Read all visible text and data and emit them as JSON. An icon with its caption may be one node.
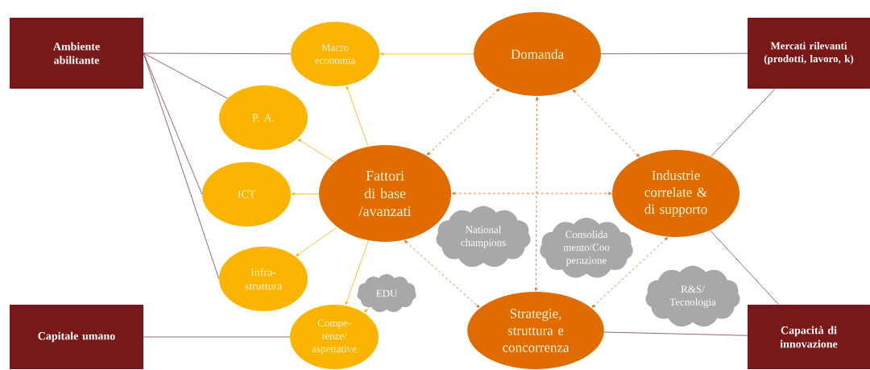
{
  "diagram": {
    "nodes": [
      {
        "text": [
          "Ambiente abilitante"
        ]
      },
      {
        "text": [
          "Mercati rilevanti (prodotti, lavoro, k)"
        ]
      },
      {
        "text": [
          "Capitale umano"
        ]
      },
      {
        "text": [
          "Capacità di innovazione"
        ]
      },
      {
        "text": [
          "Macro economia"
        ]
      },
      {
        "text": [
          "Domanda"
        ]
      },
      {
        "text": [
          "P. A."
        ]
      },
      {
        "text": [
          "Fattori di base /avanzati"
        ]
      },
      {
        "text": [
          "ICT"
        ]
      },
      {
        "text": [
          "Industrie correlate & di supporto"
        ]
      },
      {
        "text": [
          "Infra- struttura"
        ]
      },
      {
        "text": [
          "National champions"
        ]
      },
      {
        "text": [
          "Consolida mento/Coo perazione"
        ]
      },
      {
        "text": [
          "EDU"
        ]
      },
      {
        "text": [
          "R&S/ Tecnologia"
        ]
      },
      {
        "text": [
          "Compe- tenze/ aspettative"
        ]
      },
      {
        "text": [
          "Strategie, struttura e concorrenza"
        ]
      }
    ],
    "edges": [
      {
        "from": 0,
        "to": 4,
        "arrow": "none"
      },
      {
        "from": 0,
        "to": 6,
        "arrow": "none"
      },
      {
        "from": 0,
        "to": 8,
        "arrow": "none"
      },
      {
        "from": 0,
        "to": 10,
        "arrow": "none"
      },
      {
        "from": 1,
        "to": 5,
        "arrow": "none"
      },
      {
        "from": 1,
        "to": 9,
        "arrow": "none"
      },
      {
        "from": 2,
        "to": 15,
        "arrow": "none"
      },
      {
        "from": 3,
        "to": 16,
        "arrow": "none"
      },
      {
        "from": 3,
        "to": 9,
        "arrow": "none"
      },
      {
        "from": 5,
        "to": 4,
        "arrow": "to",
        "color": "#f5b400"
      },
      {
        "from": 7,
        "to": 4,
        "arrow": "to",
        "color": "#f5b400"
      },
      {
        "from": 7,
        "to": 6,
        "arrow": "to",
        "color": "#f5b400"
      },
      {
        "from": 7,
        "to": 8,
        "arrow": "to",
        "color": "#f5b400"
      },
      {
        "from": 7,
        "to": 10,
        "arrow": "to",
        "color": "#f5b400"
      },
      {
        "from": 7,
        "to": 15,
        "arrow": "to",
        "color": "#f5b400"
      },
      {
        "from": 13,
        "to": 15,
        "arrow": "to",
        "color": "#f5b400"
      },
      {
        "from": 7,
        "to": 5,
        "arrow": "both",
        "style": "dashed",
        "color": "#e07020"
      },
      {
        "from": 5,
        "to": 9,
        "arrow": "both",
        "style": "dashed",
        "color": "#e07020"
      },
      {
        "from": 5,
        "to": 16,
        "arrow": "both",
        "style": "dashed",
        "color": "#e07020"
      },
      {
        "from": 7,
        "to": 9,
        "arrow": "both",
        "style": "dashed",
        "color": "#e07020"
      },
      {
        "from": 7,
        "to": 16,
        "arrow": "both",
        "style": "dashed",
        "color": "#e07020"
      },
      {
        "from": 9,
        "to": 16,
        "arrow": "both",
        "style": "dashed",
        "color": "#e07020"
      }
    ]
  }
}
